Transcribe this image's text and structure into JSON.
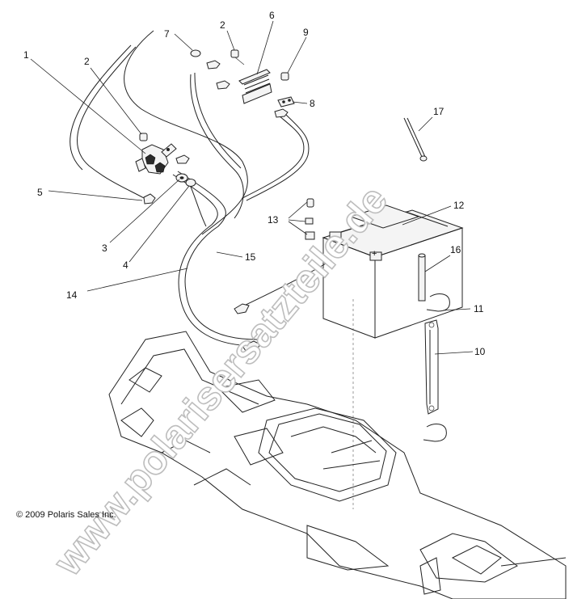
{
  "diagram": {
    "copyright": "© 2009 Polaris Sales Inc.",
    "watermark": "www.polarisersatzteile.de",
    "callouts": [
      {
        "id": "c1",
        "text": "1"
      },
      {
        "id": "c2a",
        "text": "2"
      },
      {
        "id": "c2b",
        "text": "2"
      },
      {
        "id": "c3",
        "text": "3"
      },
      {
        "id": "c4",
        "text": "4"
      },
      {
        "id": "c5",
        "text": "5"
      },
      {
        "id": "c6",
        "text": "6"
      },
      {
        "id": "c7",
        "text": "7"
      },
      {
        "id": "c8",
        "text": "8"
      },
      {
        "id": "c9",
        "text": "9"
      },
      {
        "id": "c10",
        "text": "10"
      },
      {
        "id": "c11",
        "text": "11"
      },
      {
        "id": "c12",
        "text": "12"
      },
      {
        "id": "c13",
        "text": "13"
      },
      {
        "id": "c14",
        "text": "14"
      },
      {
        "id": "c15",
        "text": "15"
      },
      {
        "id": "c16",
        "text": "16"
      },
      {
        "id": "c17",
        "text": "17"
      }
    ]
  }
}
